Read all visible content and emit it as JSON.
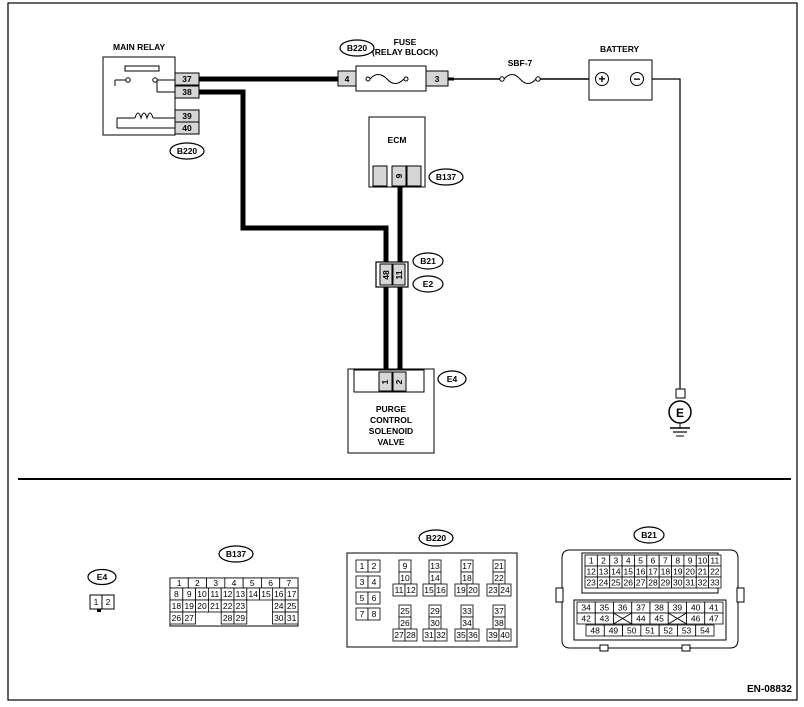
{
  "main_relay": {
    "title": "MAIN RELAY",
    "pins": [
      "37",
      "38",
      "39",
      "40"
    ],
    "connector": "B220"
  },
  "fuse": {
    "connector": "B220",
    "title_line1": "FUSE",
    "title_line2": "(RELAY BLOCK)",
    "pin_left": "4",
    "pin_right": "3"
  },
  "sbf": {
    "label": "SBF-7"
  },
  "battery": {
    "title": "BATTERY",
    "plus": "+",
    "minus": "−"
  },
  "ecm": {
    "title": "ECM",
    "pin": "9",
    "connector": "B137"
  },
  "joint": {
    "pin_left": "48",
    "pin_right": "11",
    "connector_top": "B21",
    "connector_bottom": "E2"
  },
  "valve": {
    "pins": [
      "1",
      "2"
    ],
    "connector": "E4",
    "lines": [
      "PURGE",
      "CONTROL",
      "SOLENOID",
      "VALVE"
    ]
  },
  "ground": {
    "label": "E"
  },
  "connectors": {
    "e4": {
      "name": "E4",
      "pins": [
        "1",
        "2"
      ]
    },
    "b137": {
      "name": "B137",
      "top_row": [
        "1",
        "2",
        "3",
        "4",
        "5",
        "6",
        "7"
      ],
      "rows": [
        [
          "8",
          "9",
          "10",
          "11",
          "12",
          "13",
          "14",
          "15",
          "16",
          "17"
        ],
        [
          "18",
          "19",
          "20",
          "21",
          "22",
          "23",
          "",
          "",
          "24",
          "25"
        ],
        [
          "26",
          "27",
          "",
          "",
          "28",
          "29",
          "",
          "",
          "30",
          "31"
        ]
      ]
    },
    "b220": {
      "name": "B220",
      "left_pins": [
        "1",
        "2",
        "3",
        "4",
        "5",
        "6",
        "7",
        "8"
      ],
      "col_a": [
        "9",
        "10",
        "11",
        "12"
      ],
      "col_b": [
        "13",
        "14",
        "15",
        "16"
      ],
      "col_c": [
        "17",
        "18",
        "19",
        "20"
      ],
      "col_d": [
        "21",
        "22",
        "23",
        "24"
      ],
      "bottom_a": [
        "25",
        "26",
        "27",
        "28"
      ],
      "bottom_b": [
        "29",
        "30",
        "31",
        "32"
      ],
      "bottom_c": [
        "33",
        "34",
        "35",
        "36"
      ],
      "bottom_d": [
        "37",
        "38",
        "39",
        "40"
      ]
    },
    "b21": {
      "name": "B21",
      "rows": [
        [
          "1",
          "2",
          "3",
          "4",
          "5",
          "6",
          "7",
          "8",
          "9",
          "10",
          "11"
        ],
        [
          "12",
          "13",
          "14",
          "15",
          "16",
          "17",
          "18",
          "19",
          "20",
          "21",
          "22"
        ],
        [
          "23",
          "24",
          "25",
          "26",
          "27",
          "28",
          "29",
          "30",
          "31",
          "32",
          "33"
        ]
      ],
      "lower_row1": [
        "34",
        "35",
        "36",
        "37",
        "38",
        "39",
        "40",
        "41"
      ],
      "lower_row2": [
        "42",
        "43",
        "",
        "44",
        "45",
        "",
        "46",
        "47"
      ],
      "lower_row3": [
        "48",
        "49",
        "50",
        "51",
        "52",
        "53",
        "54"
      ]
    }
  },
  "footer": {
    "code": "EN-08832"
  }
}
